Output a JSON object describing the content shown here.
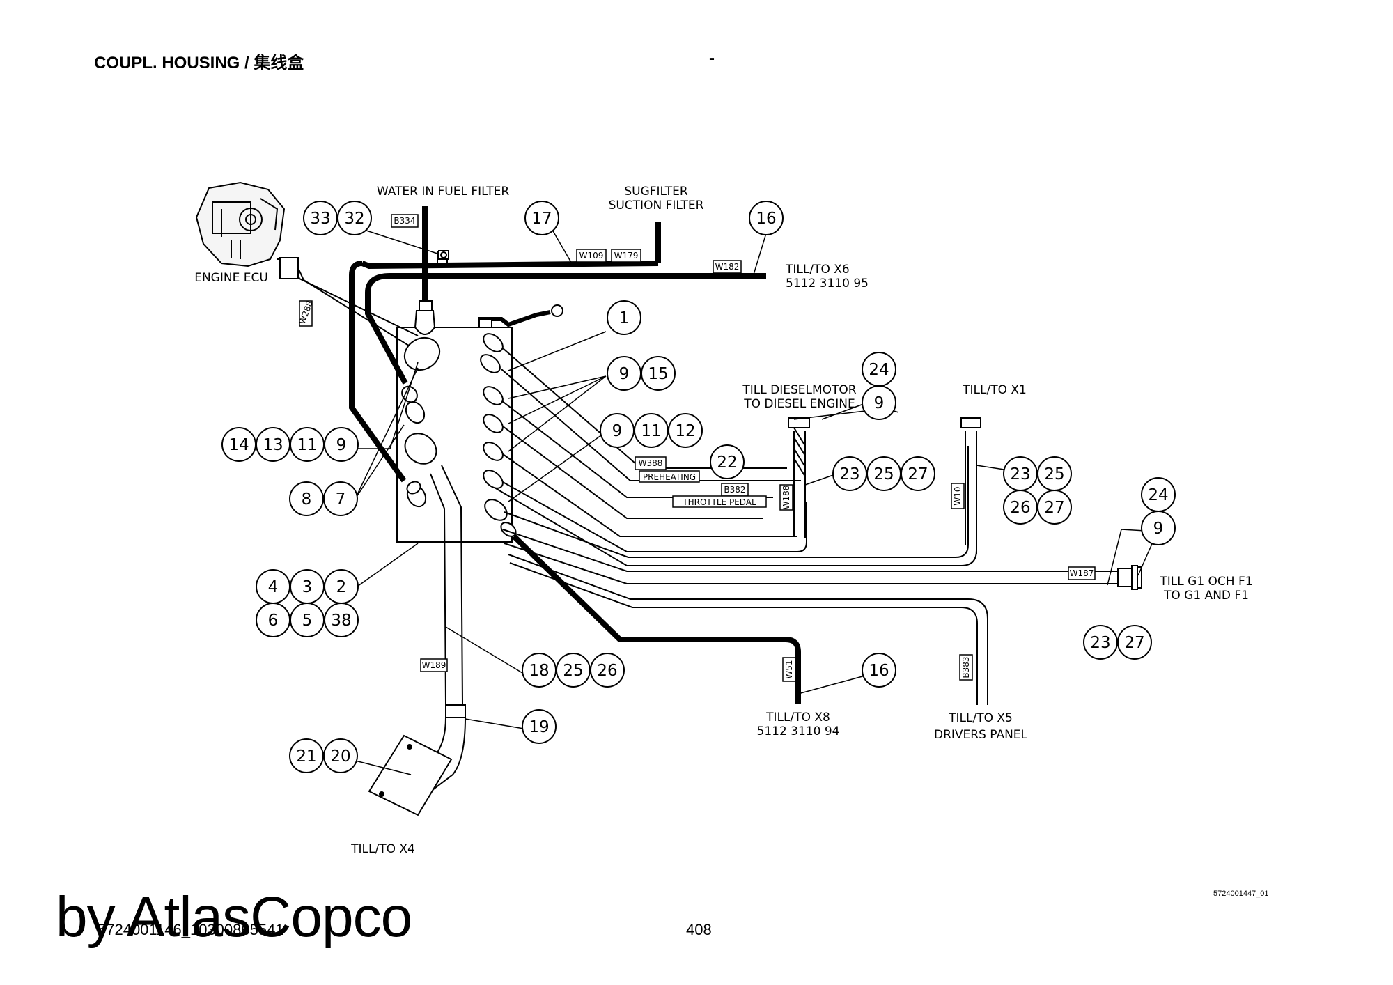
{
  "header": {
    "title": "COUPL. HOUSING / 集线盒",
    "separator": "-"
  },
  "labels": {
    "water_in_fuel_filter": "WATER IN FUEL FILTER",
    "sugfilter": "SUGFILTER",
    "suction_filter": "SUCTION FILTER",
    "engine_ecu": "ENGINE  ECU",
    "till_x6": "TILL/TO X6",
    "x6_part": "5112 3110 95",
    "till_dieselmotor": "TILL DIESELMOTOR",
    "to_diesel_engine": "TO DIESEL ENGINE",
    "till_x1": "TILL/TO X1",
    "preheating": "PREHEATING",
    "throttle_pedal": "THROTTLE  PEDAL",
    "till_g1_och_f1": "TILL G1 OCH F1",
    "to_g1_and_f1": "TO G1 AND F1",
    "till_x8": "TILL/TO X8",
    "x8_part": "5112 3110 94",
    "till_x5": "TILL/TO X5",
    "drivers_panel": "DRIVERS PANEL",
    "till_x4": "TILL/TO X4"
  },
  "tags": {
    "b334": "B334",
    "w109": "W109",
    "w179": "W179",
    "w182": "W182",
    "w388": "W388",
    "b382": "B382",
    "w188": "W188",
    "w10": "W10",
    "w187": "W187",
    "w189": "W189",
    "w51": "W51",
    "b383": "B383",
    "w288": "W288"
  },
  "balloon_groups": [
    [
      "33",
      "32"
    ],
    [
      "17"
    ],
    [
      "16"
    ],
    [
      "1"
    ],
    [
      "9",
      "15"
    ],
    [
      "9",
      "11",
      "12"
    ],
    [
      "24"
    ],
    [
      "9"
    ],
    [
      "14",
      "13",
      "11",
      "9"
    ],
    [
      "8",
      "7"
    ],
    [
      "22"
    ],
    [
      "23",
      "25",
      "27"
    ],
    [
      "23",
      "25"
    ],
    [
      "26",
      "27"
    ],
    [
      "24"
    ],
    [
      "9"
    ],
    [
      "4",
      "3",
      "2"
    ],
    [
      "6",
      "5",
      "38"
    ],
    [
      "23",
      "27"
    ],
    [
      "18",
      "25",
      "26"
    ],
    [
      "16"
    ],
    [
      "19"
    ],
    [
      "21",
      "20"
    ]
  ],
  "footer": {
    "watermark": "by AtlasCopco",
    "doc_id": "5724001146_10300865541",
    "page": "408",
    "drawing_no": "5724001447_01"
  }
}
